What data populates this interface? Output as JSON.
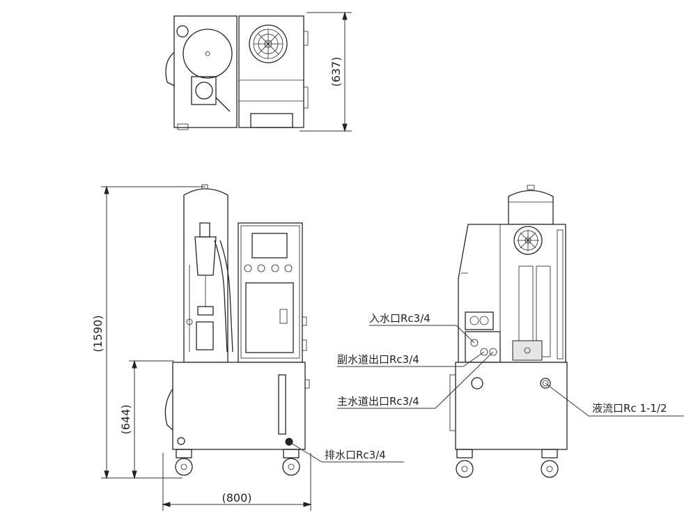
{
  "dimensions": {
    "depth": "(637)",
    "height": "(1590)",
    "tank_height": "(644)",
    "width": "(800)"
  },
  "callouts": {
    "inlet": "入水口Rc3/4",
    "sub_outlet": "副水道出口Rc3/4",
    "main_outlet": "主水道出口Rc3/4",
    "drain": "排水口Rc3/4",
    "fluid": "液流口Rc 1-1/2"
  }
}
